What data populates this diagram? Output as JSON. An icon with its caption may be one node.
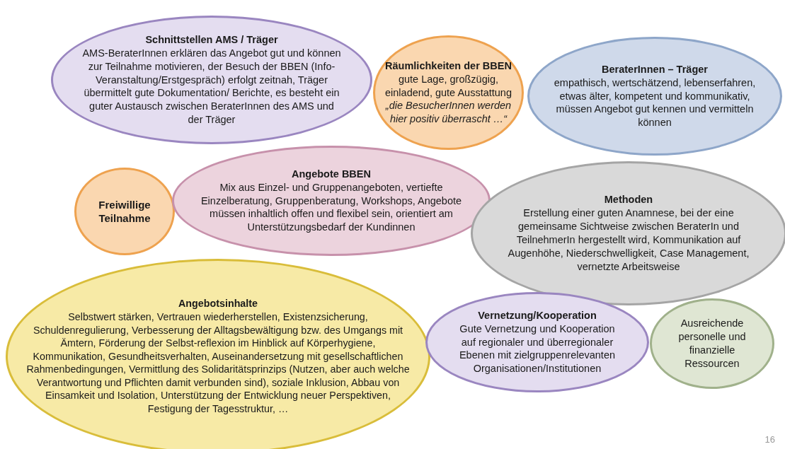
{
  "diagram": {
    "nodes": [
      {
        "text": [
          "Schnittstellen AMS / Träger",
          "AMS-BeraterInnen erklären das Angebot gut und können zur Teilnahme motivieren, der Besuch der BBEN (Info-Veranstaltung/Erstgespräch) erfolgt zeitnah, Träger übermittelt gute Dokumentation/ Berichte, es besteht ein guter Austausch zwischen BeraterInnen des AMS und der Träger"
        ]
      },
      {
        "text": [
          "Räumlichkeiten der BBEN",
          "gute Lage, großzügig, einladend, gute Ausstattung *„die BesucherInnen werden hier positiv überrascht …“*"
        ]
      },
      {
        "text": [
          "BeraterInnen – Träger",
          "empathisch, wertschätzend, lebenserfahren, etwas älter, kompetent und kommunikativ, müssen Angebot gut kennen und vermitteln können"
        ]
      },
      {
        "text": [
          "Freiwillige Teilnahme"
        ]
      },
      {
        "text": [
          "Angebote BBEN",
          "Mix aus Einzel- und Gruppenangeboten, vertiefte Einzelberatung, Gruppenberatung, Workshops, Angebote müssen inhaltlich offen und flexibel sein, orientiert am Unterstützungsbedarf der Kundinnen"
        ]
      },
      {
        "text": [
          "Methoden",
          "Erstellung einer guten Anamnese, bei der eine gemeinsame Sichtweise zwischen BeraterIn und TeilnehmerIn hergestellt wird, Kommunikation auf Augenhöhe, Niederschwelligkeit, Case Management, vernetzte Arbeitsweise"
        ]
      },
      {
        "text": [
          "Angebotsinhalte",
          "Selbstwert stärken, Vertrauen wiederherstellen, Existenzsicherung, Schuldenregulierung, Verbesserung der Alltagsbewältigung bzw. des Umgangs mit Ämtern, Förderung der Selbst-reflexion im Hinblick auf Körperhygiene, Kommunikation, Gesundheitsverhalten, Auseinandersetzung mit gesellschaftlichen Rahmenbedingungen, Vermittlung des Solidaritätsprinzips (Nutzen, aber auch welche Verantwortung und Pflichten damit verbunden sind), soziale Inklusion, Abbau von Einsamkeit und Isolation, Unterstützung der Entwicklung neuer Perspektiven, Festigung der Tagesstruktur, …"
        ]
      },
      {
        "text": [
          "Vernetzung/Kooperation",
          "Gute Vernetzung und Kooperation auf regionaler und überregionaler Ebenen mit zielgruppenrelevanten Organisationen/Institutionen"
        ]
      },
      {
        "text": [
          "Ausreichende personelle und finanzielle Ressourcen"
        ]
      }
    ],
    "edges": [],
    "labels": [
      "16"
    ]
  }
}
